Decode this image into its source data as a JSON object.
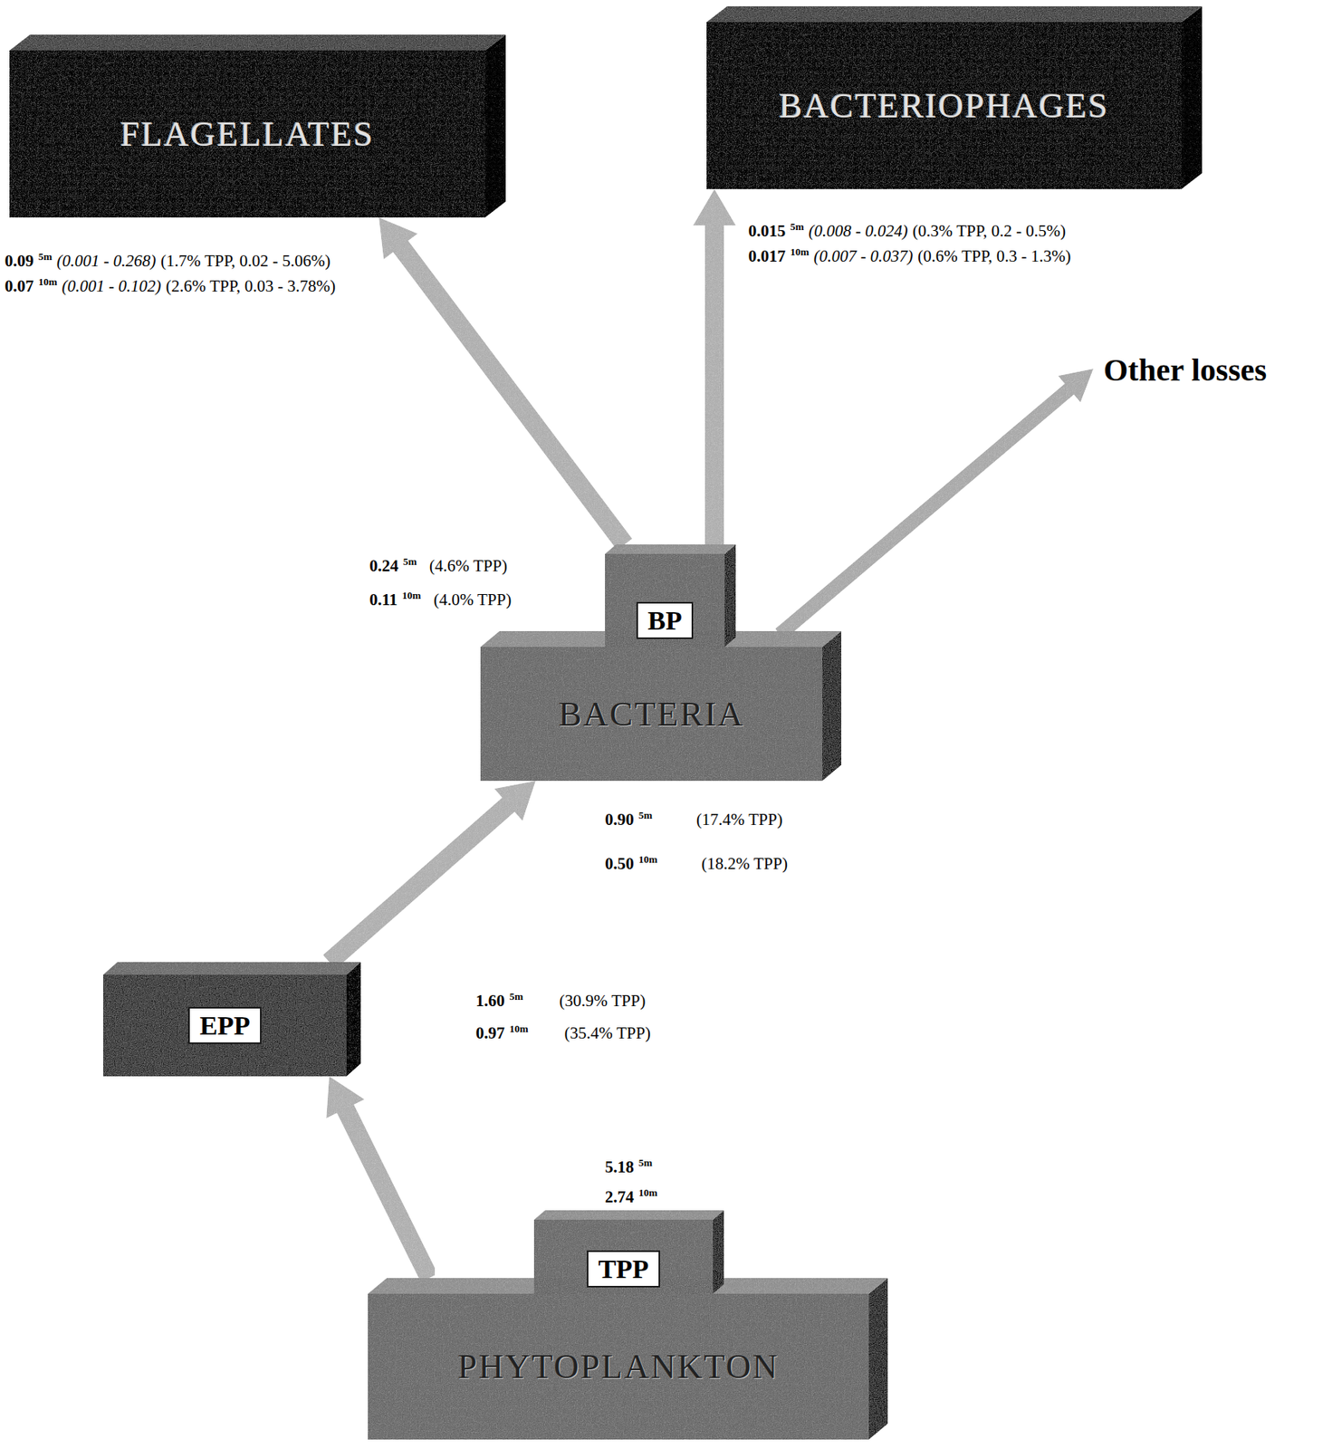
{
  "diagram": {
    "nodes": [
      {
        "text": [
          "FLAGELLATES"
        ]
      },
      {
        "text": [
          "BACTERIOPHAGES"
        ]
      },
      {
        "text": [
          "BACTERIA"
        ]
      },
      {
        "text": [
          "BP"
        ],
        "in": 2
      },
      {
        "text": [
          "EPP"
        ]
      },
      {
        "text": [
          "PHYTOPLANKTON"
        ]
      },
      {
        "text": [
          "TPP"
        ],
        "in": 5
      }
    ],
    "edges": [
      {
        "from": 3,
        "to": 0,
        "arrow": "to"
      },
      {
        "from": 3,
        "to": 1,
        "arrow": "to"
      },
      {
        "from": 5,
        "to": 4,
        "arrow": "to"
      },
      {
        "from": 4,
        "to": 2,
        "arrow": "to"
      }
    ],
    "labels": [
      "0.09",
      "5m",
      "(0.001 - 0.268)",
      "(1.7% TPP, 0.02 - 5.06%)",
      "0.07",
      "10m",
      "(0.001 - 0.102)",
      "(2.6% TPP, 0.03 - 3.78%)",
      "0.015",
      "5m",
      "(0.008 - 0.024)",
      "(0.3% TPP, 0.2 - 0.5%)",
      "0.017",
      "10m",
      "(0.007 - 0.037)",
      "(0.6% TPP, 0.3 - 1.3%)",
      "Other losses",
      "0.24",
      "5m",
      "(4.6% TPP)",
      "0.11",
      "10m",
      "(4.0% TPP)",
      "0.90",
      "5m",
      "(17.4% TPP)",
      "0.50",
      "10m",
      "(18.2% TPP)",
      "1.60",
      "5m",
      "(30.9% TPP)",
      "0.97",
      "10m",
      "(35.4% TPP)",
      "5.18",
      "5m",
      "2.74",
      "10m"
    ]
  }
}
